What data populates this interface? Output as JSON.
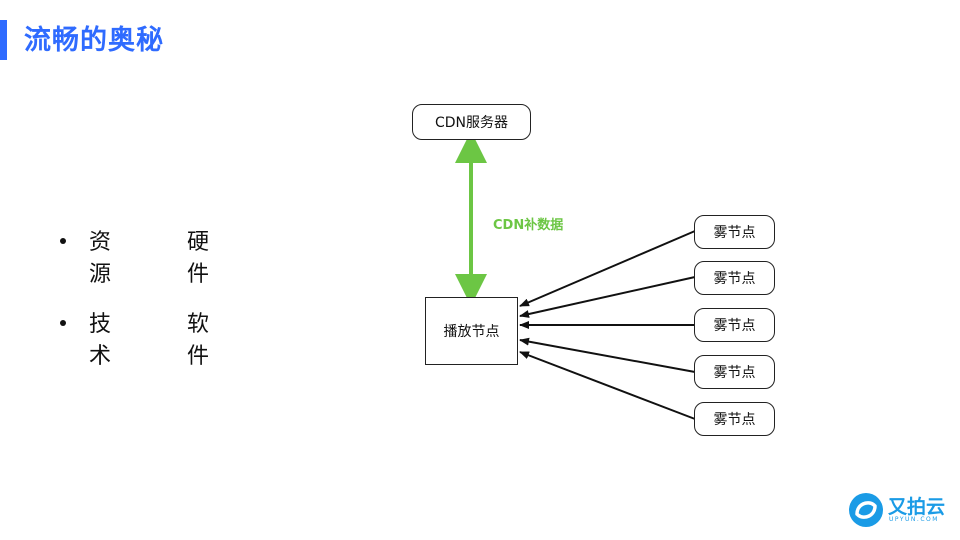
{
  "slide": {
    "title": "流畅的奥秘",
    "accent_color": "#2f6bff"
  },
  "bullets": [
    {
      "left": "资源",
      "right": "硬件"
    },
    {
      "left": "技术",
      "right": "软件"
    }
  ],
  "diagram": {
    "cdn_server": "CDN服务器",
    "cdn_link_label": "CDN补数据",
    "cdn_link_color": "#6cc644",
    "play_node": "播放节点",
    "fog_nodes": [
      "雾节点",
      "雾节点",
      "雾节点",
      "雾节点",
      "雾节点"
    ]
  },
  "logo": {
    "name": "又拍云",
    "domain": "UPYUN.COM",
    "color": "#1a9be6"
  }
}
